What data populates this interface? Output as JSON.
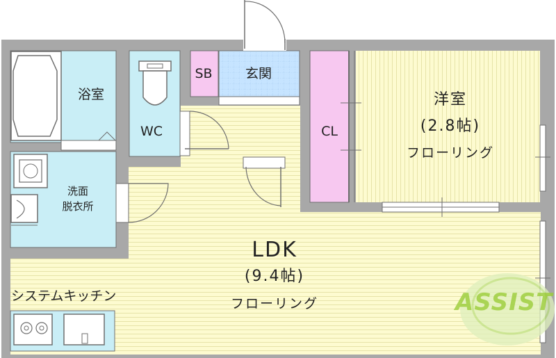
{
  "rooms": {
    "bath": {
      "label": "浴室"
    },
    "toilet": {
      "label": "WC"
    },
    "shoe_box": {
      "label": "SB"
    },
    "entrance": {
      "label": "玄関"
    },
    "closet": {
      "label": "CL"
    },
    "western_room": {
      "name": "洋室",
      "size": "(2.8帖)",
      "floor": "フローリング"
    },
    "washroom": {
      "line1": "洗面",
      "line2": "脱衣所"
    },
    "ldk": {
      "name": "LDK",
      "size": "(9.4帖)",
      "floor": "フローリング"
    },
    "kitchen": {
      "label": "システムキッチン"
    }
  },
  "watermark": {
    "text": "ASSIST"
  },
  "colors": {
    "wall": "#a8a8a8",
    "wall_dark": "#6e6e6e",
    "floor_yellow": "#fdfbd0",
    "floor_line": "#e3e0a4",
    "wet_area": "#c9eef6",
    "closet": "#f7c8f0",
    "entrance_tile": "#c6e4ff",
    "watermark": "#9ccd3a"
  }
}
